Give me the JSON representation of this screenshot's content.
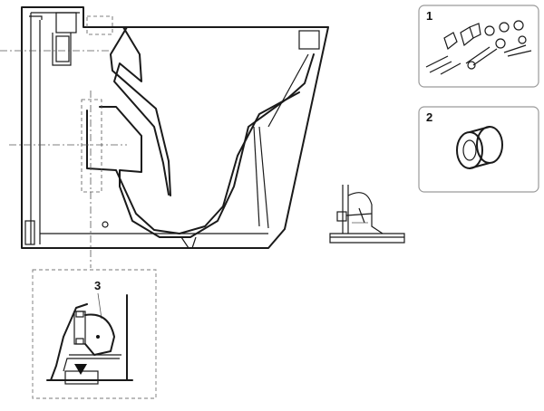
{
  "callouts": {
    "part1": "1",
    "part2": "2",
    "part3": "3"
  },
  "icons": {
    "part1_contents": "fixing-kit-icon",
    "part2_contents": "seal-ring-icon",
    "detail_arrow": "down-arrow-icon"
  },
  "colors": {
    "line": "#1a1a1a",
    "panel_border": "#9a9a9a",
    "dash": "#555555"
  }
}
